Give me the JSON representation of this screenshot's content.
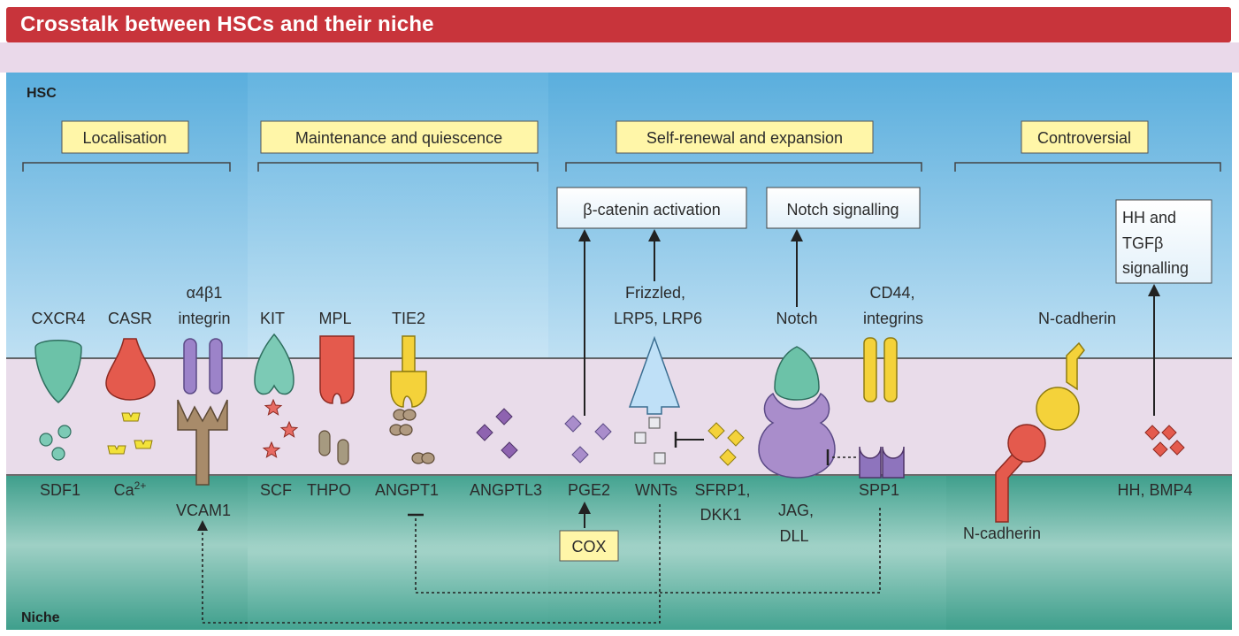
{
  "title": "Crosstalk between HSCs and their niche",
  "layers": {
    "hsc": "HSC",
    "niche": "Niche"
  },
  "categories": {
    "localisation": "Localisation",
    "maintenance": "Maintenance and quiescence",
    "self_renewal": "Self-renewal and expansion",
    "controversial": "Controversial"
  },
  "pathways": {
    "beta_catenin": "β-catenin activation",
    "notch": "Notch signalling",
    "hh_line1": "HH and",
    "hh_line2": "TGFβ",
    "hh_line3": "signalling"
  },
  "receptors": {
    "cxcr4": "CXCR4",
    "casr": "CASR",
    "a4b1_line1": "α4β1",
    "a4b1_line2": "integrin",
    "kit": "KIT",
    "mpl": "MPL",
    "tie2": "TIE2",
    "frizzled_line1": "Frizzled,",
    "frizzled_line2": "LRP5, LRP6",
    "notch": "Notch",
    "cd44_line1": "CD44,",
    "cd44_line2": "integrins",
    "ncad_hsc": "N-cadherin"
  },
  "ligands": {
    "sdf1": "SDF1",
    "ca_base": "Ca",
    "ca_sup": "2+",
    "vcam1": "VCAM1",
    "scf": "SCF",
    "thpo": "THPO",
    "angpt1": "ANGPT1",
    "angptl3": "ANGPTL3",
    "pge2": "PGE2",
    "wnts": "WNTs",
    "sfrp1_line1": "SFRP1,",
    "sfrp1_line2": "DKK1",
    "jag_line1": "JAG,",
    "jag_line2": "DLL",
    "spp1": "SPP1",
    "ncad_niche": "N-cadherin",
    "hh_bmp4": "HH, BMP4",
    "cox": "COX"
  }
}
